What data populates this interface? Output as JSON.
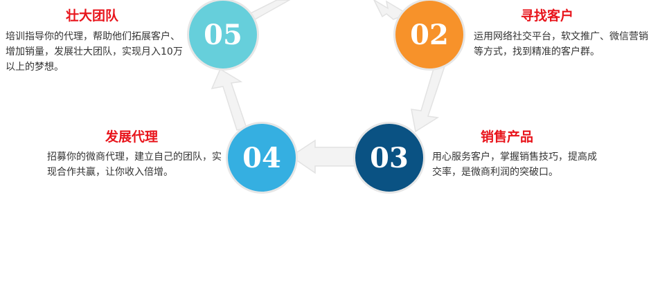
{
  "steps": [
    {
      "number": "05",
      "title": "壮大团队",
      "text": "培训指导你的代理，帮助他们拓展客户、增加销量，发展壮大团队，实现月入10万以上的梦想。",
      "color": "#66cfdb"
    },
    {
      "number": "02",
      "title": "寻找客户",
      "text": "运用网络社交平台，软文推广、微信营销等方式，找到精准的客户群。",
      "color": "#f7922a"
    },
    {
      "number": "04",
      "title": "发展代理",
      "text": "招募你的微商代理，建立自己的团队，实现合作共赢，让你收入倍增。",
      "color": "#35afe1"
    },
    {
      "number": "03",
      "title": "销售产品",
      "text": "用心服务客户，掌握销售技巧，提高成交率，是微商利润的突破口。",
      "color": "#0a5283"
    }
  ]
}
